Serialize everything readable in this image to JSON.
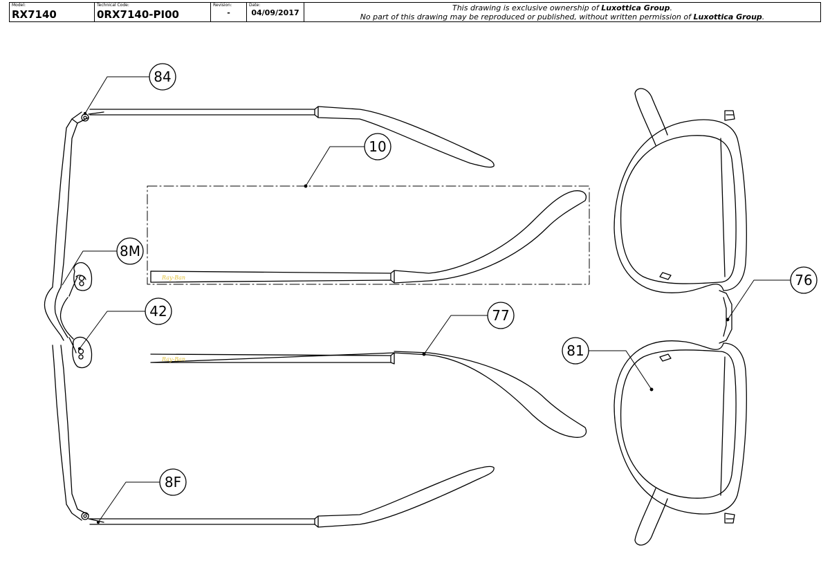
{
  "title_block": {
    "model_label": "Model:",
    "model": "RX7140",
    "code_label": "Technical Code:",
    "code": "0RX7140-PI00",
    "revision_label": "Revision:",
    "revision": "-",
    "date_label": "Date:",
    "date": "04/09/2017",
    "notice_line1_prefix": "This drawing is exclusive ownership of ",
    "notice_line1_owner": "Luxottica Group",
    "notice_line1_suffix": ".",
    "notice_line2_prefix": "No part of this drawing may be reproduced or published, without written permission of ",
    "notice_line2_owner": "Luxottica Group",
    "notice_line2_suffix": "."
  },
  "callouts": {
    "c84": "84",
    "c10": "10",
    "c8m": "8M",
    "c42": "42",
    "c77": "77",
    "c8f": "8F",
    "c76": "76",
    "c81": "81"
  },
  "temple_logo": "Ray-Ban"
}
